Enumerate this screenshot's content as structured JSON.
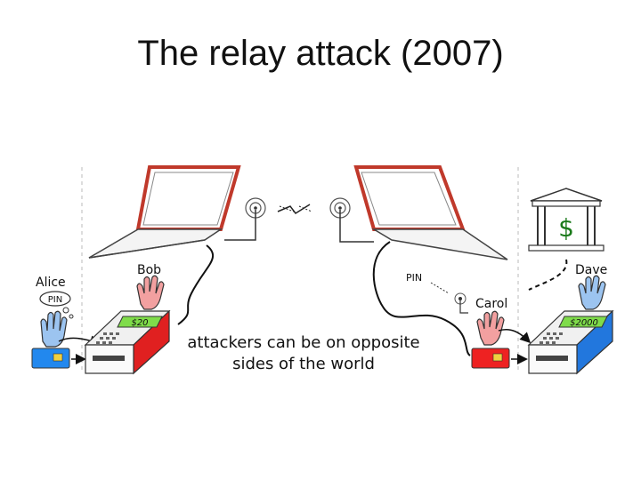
{
  "slide": {
    "title": "The relay attack (2007)"
  },
  "diagram": {
    "people": {
      "alice": "Alice",
      "bob": "Bob",
      "carol": "Carol",
      "dave": "Dave"
    },
    "pin_bubble": "PIN",
    "pin_relay": "PIN",
    "terminal_left_amount": "$20",
    "terminal_right_amount": "$2000",
    "bank_symbol": "$",
    "caption_line1": "attackers can be on opposite",
    "caption_line2": "sides of the world"
  },
  "colors": {
    "laptop_screen": "#c0392b",
    "terminal_red": "#e02020",
    "terminal_blue": "#2277dd",
    "card_blue": "#2288ee",
    "card_red": "#ee2222",
    "amount_screen": "#7fdc4a",
    "hand_blue": "#9cc4f0",
    "hand_red": "#f2a0a0",
    "bank_symbol": "#1a7a1a"
  }
}
